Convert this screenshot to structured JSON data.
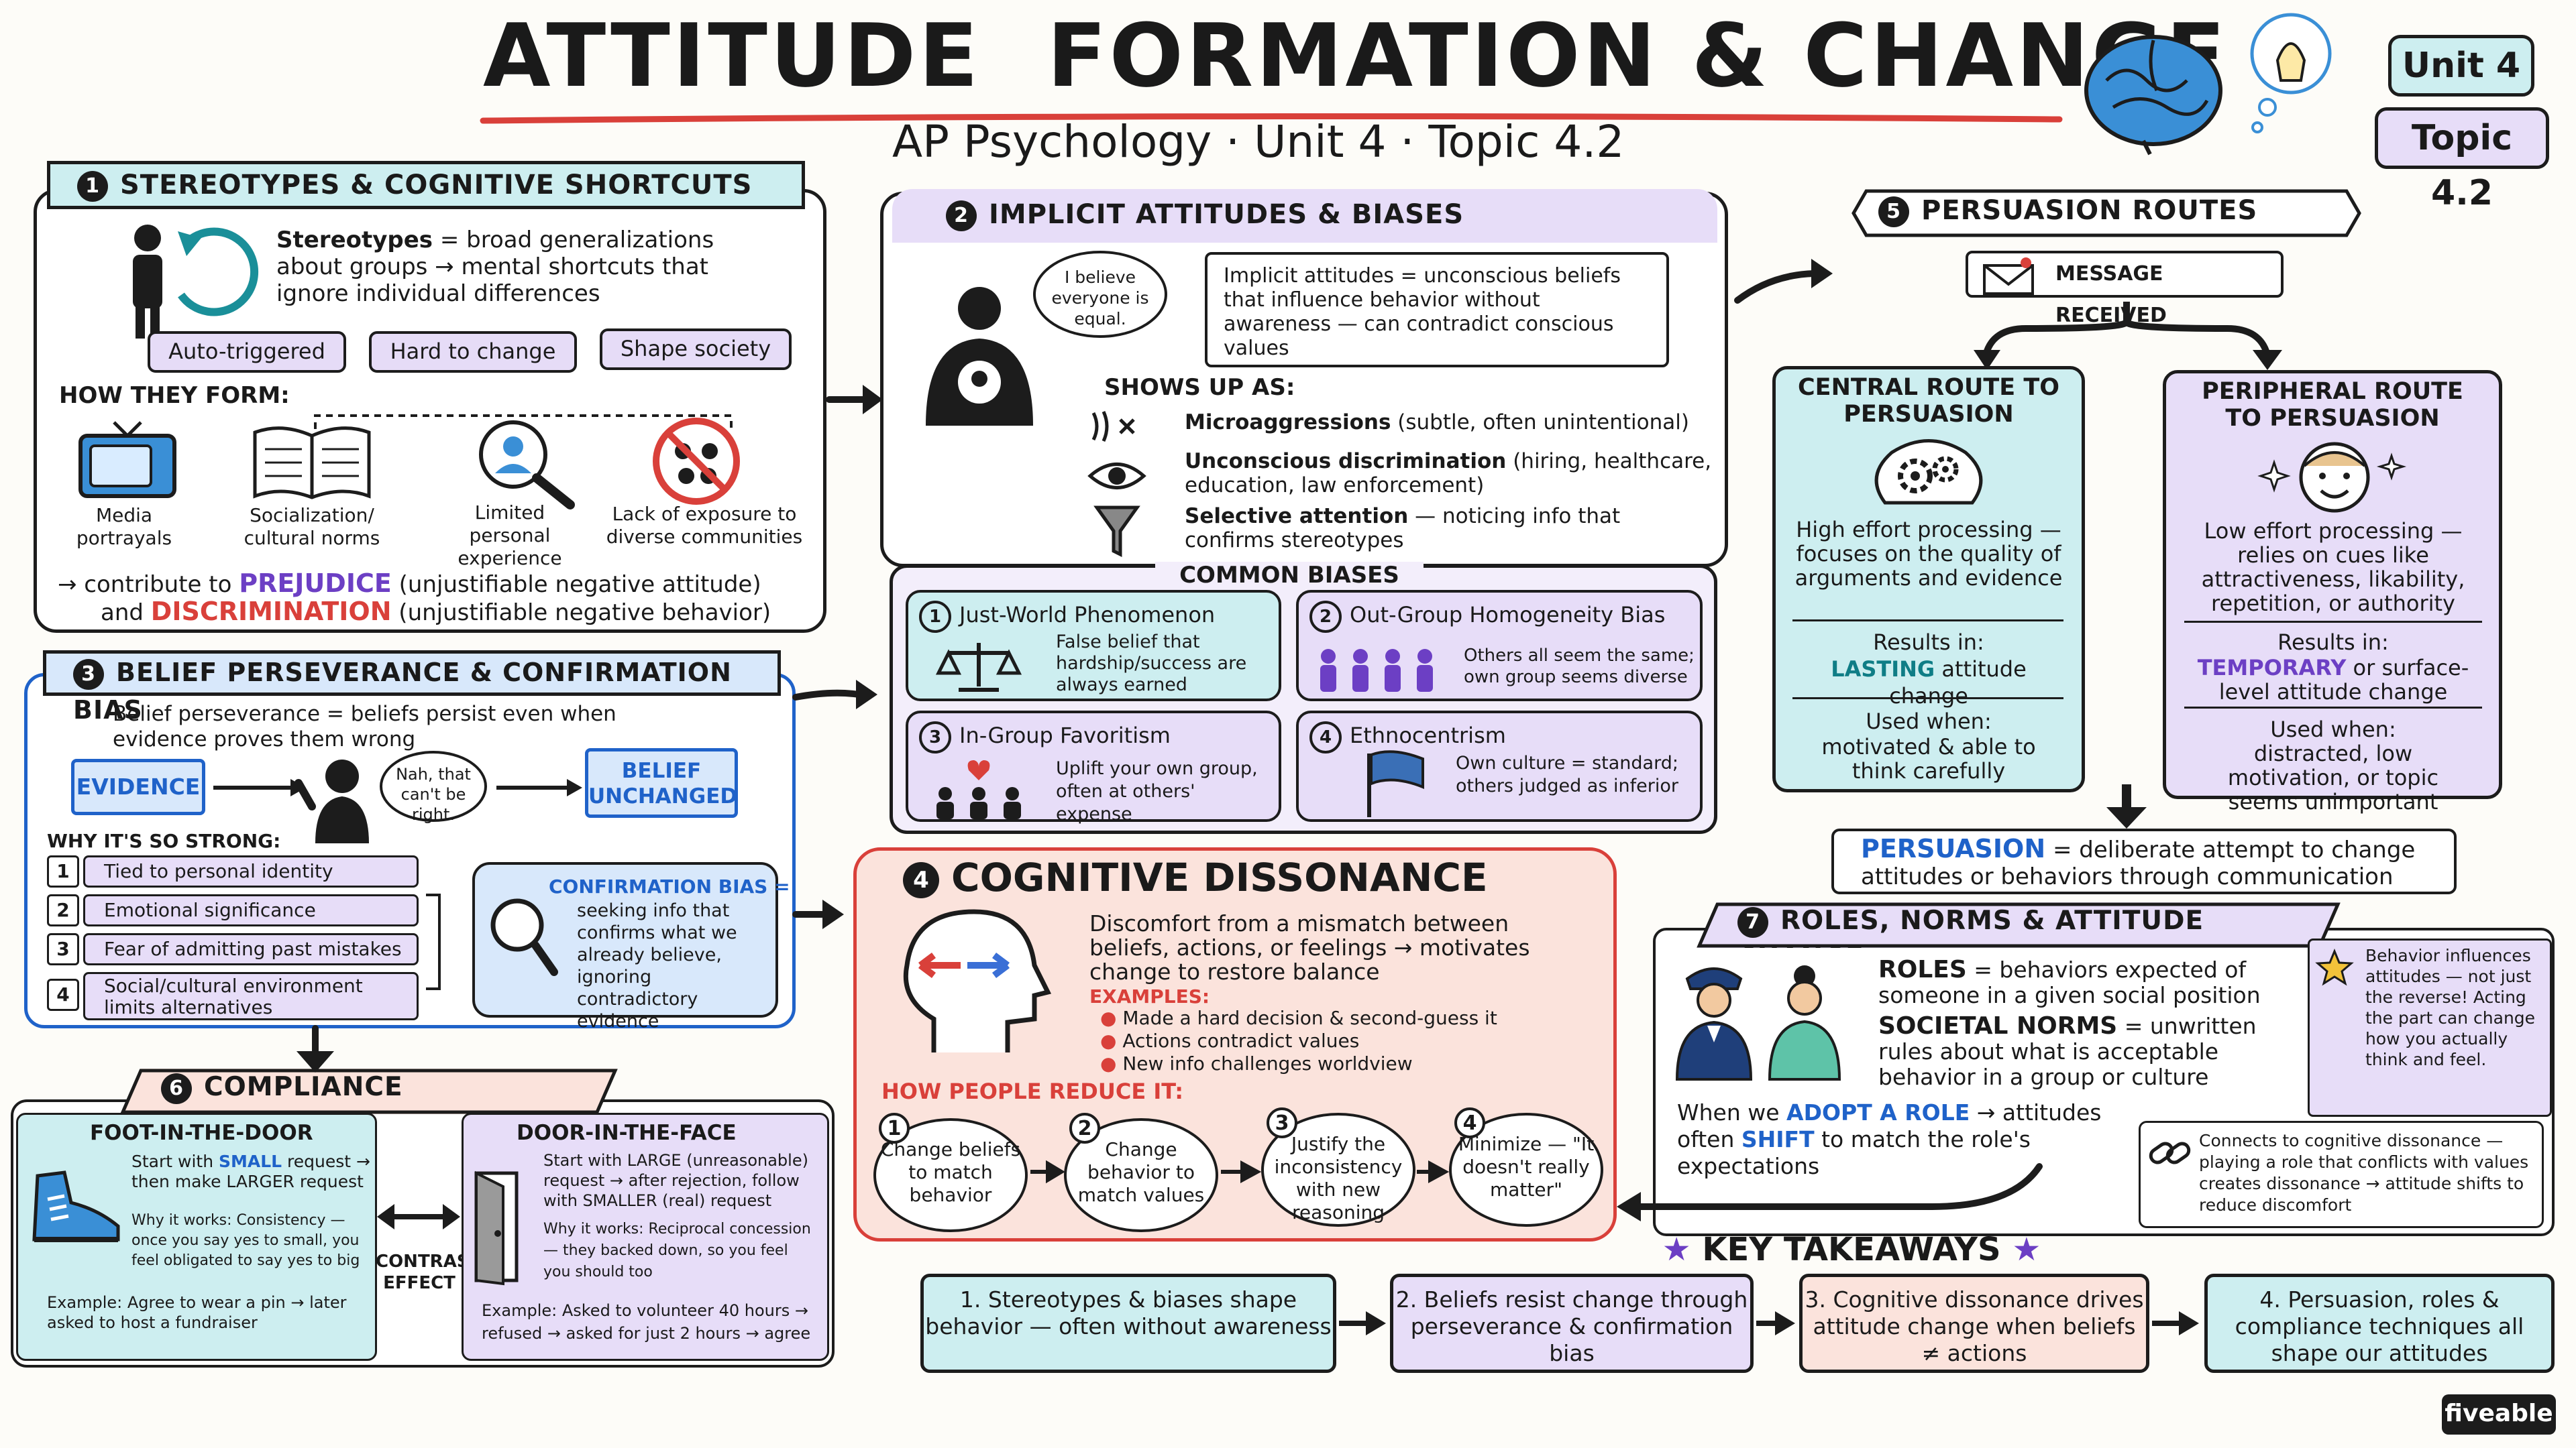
{
  "header": {
    "title": "ATTITUDE  FORMATION & CHANGE",
    "subtitle": "AP Psychology · Unit 4 · Topic 4.2",
    "unit_badge": "Unit 4",
    "topic_badge": "Topic 4.2"
  },
  "s1": {
    "num": "1",
    "title": "STEREOTYPES & COGNITIVE SHORTCUTS",
    "def_term": "Stereotypes",
    "def_rest": " = broad generalizations about groups → mental shortcuts that ignore individual differences",
    "pills": [
      "Auto-triggered",
      "Hard to change",
      "Shape society"
    ],
    "how_label": "HOW THEY FORM:",
    "sources": [
      "Media portrayals",
      "Socialization/ cultural norms",
      "Limited personal experience",
      "Lack of exposure to diverse communities"
    ],
    "c1": "→ contribute to ",
    "prejudice": "PREJUDICE",
    "c2": " (unjustifiable negative attitude)",
    "c3": "and ",
    "discrimination": "DISCRIMINATION",
    "c4": " (unjustifiable negative behavior)"
  },
  "s2": {
    "num": "2",
    "title": "IMPLICIT  ATTITUDES  &  BIASES",
    "speech": "I believe everyone is equal.",
    "def": "Implicit attitudes = unconscious beliefs that influence behavior without awareness — can contradict conscious values",
    "shows_label": "SHOWS UP AS:",
    "shows": [
      {
        "term": "Microaggressions",
        "rest": " (subtle, often unintentional)"
      },
      {
        "term": "Unconscious discrimination",
        "rest": " (hiring, healthcare, education, law enforcement)"
      },
      {
        "term": "Selective attention",
        "rest": " — noticing info that confirms stereotypes"
      }
    ],
    "common_label": "COMMON BIASES",
    "biases": [
      {
        "num": "1",
        "title": "Just-World Phenomenon",
        "desc": "False belief that hardship/success are always earned"
      },
      {
        "num": "2",
        "title": "Out-Group Homogeneity Bias",
        "desc": "Others all seem the same; own group seems diverse"
      },
      {
        "num": "3",
        "title": "In-Group Favoritism",
        "desc": "Uplift your own group, often at others' expense"
      },
      {
        "num": "4",
        "title": "Ethnocentrism",
        "desc": "Own culture = standard; others judged as inferior"
      }
    ]
  },
  "s3": {
    "num": "3",
    "title": "BELIEF  PERSEVERANCE  &  CONFIRMATION  BIAS",
    "def": "Belief perseverance = beliefs persist even when evidence proves them wrong",
    "evidence": "EVIDENCE",
    "speech": "Nah, that can't be right.",
    "unchanged": "BELIEF UNCHANGED",
    "why_label": "WHY IT'S SO STRONG:",
    "reasons": [
      "Tied to personal identity",
      "Emotional significance",
      "Fear of admitting past mistakes",
      "Social/cultural environment limits alternatives"
    ],
    "cb_title": "CONFIRMATION BIAS =",
    "cb_desc": "seeking info that confirms what we already believe, ignoring contradictory evidence"
  },
  "s4": {
    "num": "4",
    "title": "COGNITIVE  DISSONANCE",
    "def": "Discomfort from a mismatch between beliefs, actions, or feelings → motivates change to restore balance",
    "ex_label": "EXAMPLES:",
    "examples": [
      "Made a hard decision & second-guess it",
      "Actions contradict values",
      "New info challenges worldview"
    ],
    "reduce_label": "HOW PEOPLE REDUCE IT:",
    "steps": [
      {
        "num": "1",
        "text": "Change beliefs to match behavior"
      },
      {
        "num": "2",
        "text": "Change behavior to match values"
      },
      {
        "num": "3",
        "text": "Justify the inconsistency with new reasoning"
      },
      {
        "num": "4",
        "text": "Minimize — \"It doesn't really matter\""
      }
    ]
  },
  "s5": {
    "num": "5",
    "title": "PERSUASION ROUTES",
    "message": "MESSAGE RECEIVED",
    "central": {
      "title": "CENTRAL ROUTE TO PERSUASION",
      "desc": "High effort processing — focuses on the quality of arguments and evidence",
      "results_label": "Results in:",
      "results_hl": "LASTING",
      "results_rest": " attitude change",
      "used_label": "Used when:",
      "used": "motivated & able to think carefully"
    },
    "peripheral": {
      "title": "PERIPHERAL ROUTE TO PERSUASION",
      "desc": "Low effort processing — relies on cues like attractiveness, likability, repetition, or authority",
      "results_label": "Results in:",
      "results_hl": "TEMPORARY",
      "results_rest": " or surface-level attitude change",
      "used_label": "Used when:",
      "used": "distracted, low motivation, or topic seems unimportant"
    },
    "def_term": "PERSUASION",
    "def_rest": " = deliberate attempt to change attitudes or behaviors through communication"
  },
  "s6": {
    "num": "6",
    "title": "COMPLIANCE  TECHNIQUES",
    "fitd": {
      "title": "FOOT-IN-THE-DOOR",
      "l1a": "Start with ",
      "l1b": "SMALL",
      "l1c": " request →",
      "l2": "then make LARGER request",
      "why": "Why it works: Consistency — once you say yes to small, you feel obligated to say yes to big",
      "example": "Example: Agree to wear a pin → later asked to host a fundraiser"
    },
    "contrast": "CONTRAST EFFECT",
    "ditf": {
      "title": "DOOR-IN-THE-FACE",
      "desc": "Start with LARGE (unreasonable) request → after rejection, follow with SMALLER (real) request",
      "why": "Why it works: Reciprocal concession — they backed down, so you feel you should too",
      "example": "Example: Asked to volunteer 40 hours → refused → asked for just 2 hours → agree"
    }
  },
  "s7": {
    "num": "7",
    "title": "ROLES,  NORMS  &  ATTITUDE  CHANGE",
    "roles_term": "ROLES",
    "roles_rest": " = behaviors expected of someone in a given social position",
    "norms_term": "SOCIETAL NORMS",
    "norms_rest": " = unwritten rules about what is acceptable behavior in a group or culture",
    "adopt1": "When we ",
    "adopt_hl": "ADOPT A ROLE",
    "adopt2": " → attitudes often ",
    "shift_hl": "SHIFT",
    "adopt3": " to match the role's expectations",
    "note": "Behavior influences attitudes — not just the reverse! Acting the part can change how you actually think and feel.",
    "connect": "Connects to cognitive dissonance — playing a role that conflicts with values creates dissonance → attitude shifts to reduce discomfort"
  },
  "takeaways": {
    "label": "KEY TAKEAWAYS",
    "items": [
      "1.  Stereotypes & biases shape behavior — often without awareness",
      "2.  Beliefs resist change through perseverance & confirmation bias",
      "3.  Cognitive dissonance drives attitude change when beliefs ≠ actions",
      "4.  Persuasion, roles & compliance techniques all shape our attitudes"
    ]
  },
  "brand": "fiveable",
  "colors": {
    "teal": "#cdeef0",
    "lavender": "#e7ddf8",
    "salmon": "#fbe3dc",
    "red": "#d9403a",
    "purple": "#6c3fc4"
  }
}
